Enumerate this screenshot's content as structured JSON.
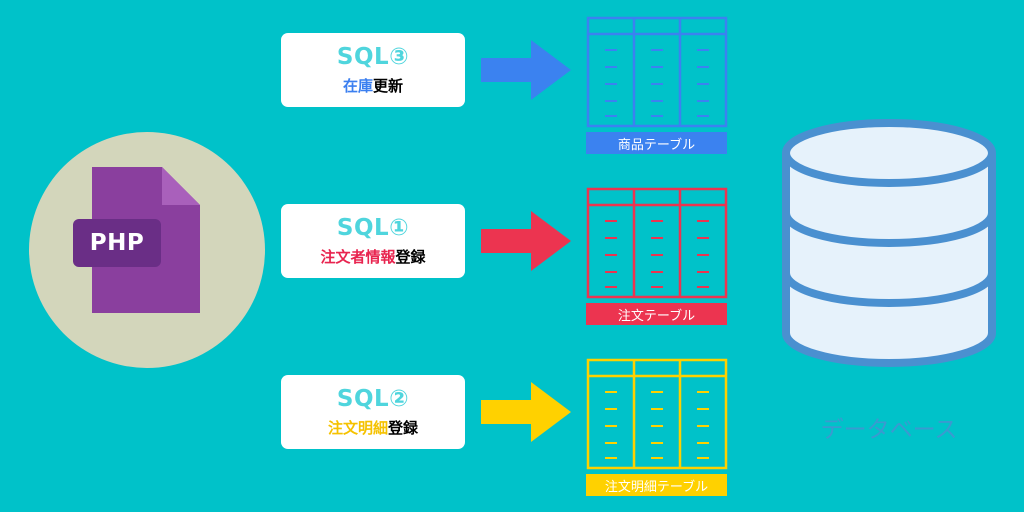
{
  "php": {
    "label": "PHP",
    "colors": {
      "circle": "#d3d6bb",
      "file": "#8a3f9e",
      "fold": "#a960bb",
      "tag": "#6a2e86"
    }
  },
  "sql_steps": [
    {
      "title": "SQL③",
      "desc_parts": [
        {
          "text": "在庫",
          "color": "#3b7ff0"
        },
        {
          "text": "更新",
          "color": "#000000"
        }
      ],
      "arrow_color": "#3b82f0",
      "table_color": "#3b82f0",
      "table_label": "商品テーブル"
    },
    {
      "title": "SQL①",
      "desc_parts": [
        {
          "text": "注文者情報",
          "color": "#e8244f"
        },
        {
          "text": "登録",
          "color": "#000000"
        }
      ],
      "arrow_color": "#ec3450",
      "table_color": "#ec3450",
      "table_label": "注文テーブル"
    },
    {
      "title": "SQL②",
      "desc_parts": [
        {
          "text": "注文明細",
          "color": "#f5c200"
        },
        {
          "text": "登録",
          "color": "#000000"
        }
      ],
      "arrow_color": "#ffd100",
      "table_color": "#ffd100",
      "table_label": "注文明細テーブル"
    }
  ],
  "database": {
    "label": "データベース",
    "colors": {
      "fill": "#e6f2fb",
      "stroke": "#4a90d0",
      "label": "#3a9ad0"
    }
  }
}
